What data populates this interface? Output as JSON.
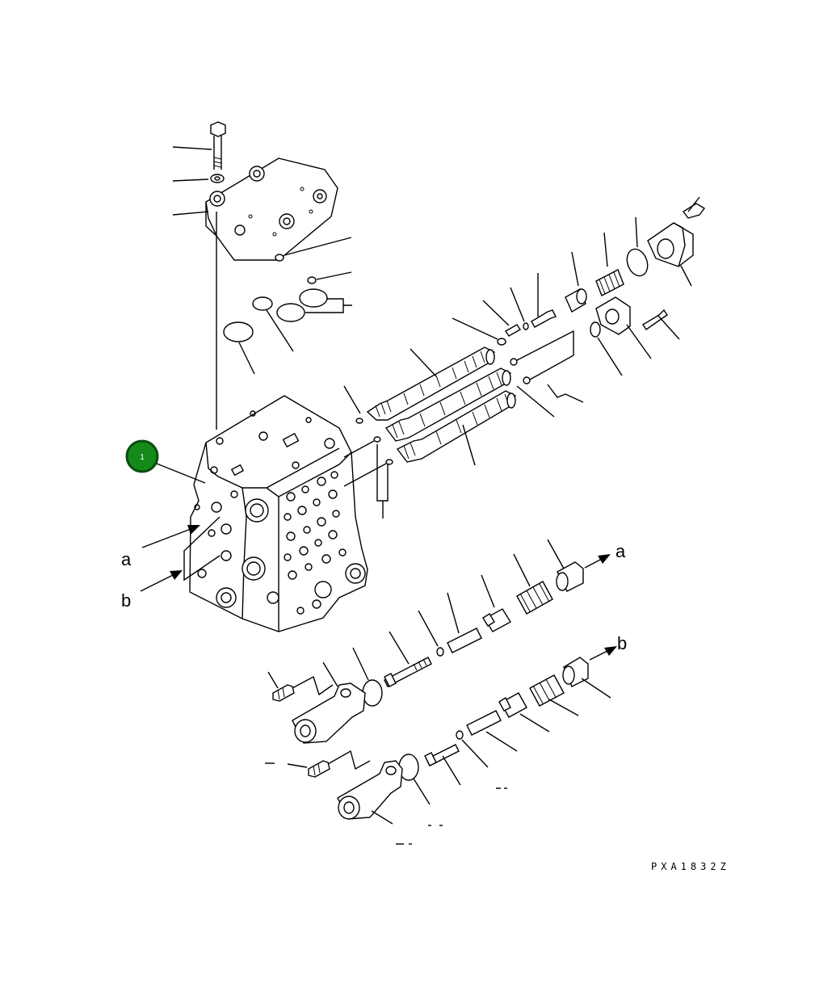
{
  "callout": {
    "number": "1",
    "color": "#138a1a",
    "ring": "#0a4d0e"
  },
  "labels": {
    "a": "a",
    "b": "b"
  },
  "drawing_code": "PXA1832Z"
}
